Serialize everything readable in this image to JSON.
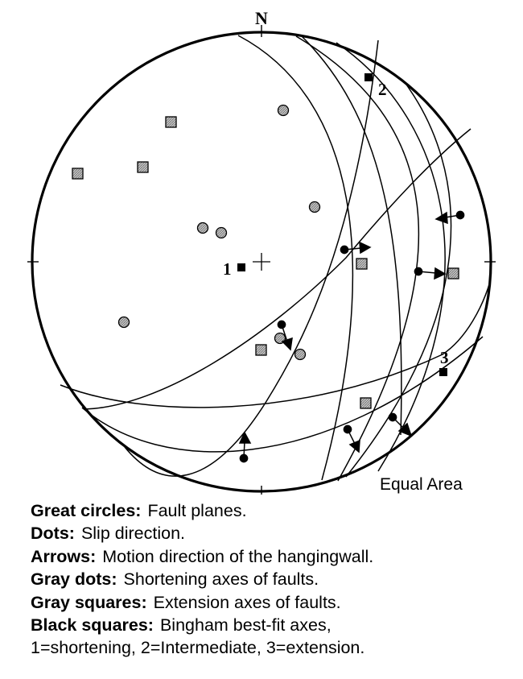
{
  "diagram": {
    "north_label": "N",
    "projection_label": "Equal Area",
    "colors": {
      "stroke": "#000000",
      "gray_fill": "#bdbdbd",
      "black_fill": "#000000"
    },
    "bingham_axes": [
      {
        "label": "1",
        "trend": 260,
        "plunge": 85
      },
      {
        "label": "2",
        "trend": 32,
        "plunge": 10
      },
      {
        "label": "3",
        "trend": 117,
        "plunge": 12
      }
    ]
  },
  "legend": [
    {
      "term": "Great circles:",
      "desc": "Fault planes."
    },
    {
      "term": "Dots:",
      "desc": "Slip direction."
    },
    {
      "term": "Arrows:",
      "desc": "Motion direction of the hangingwall."
    },
    {
      "term": "Gray dots:",
      "desc": "Shortening axes of faults."
    },
    {
      "term": "Gray squares:",
      "desc": "Extension axes of faults."
    },
    {
      "term": "Black squares:",
      "desc": "Bingham best-fit axes,"
    },
    {
      "term": "",
      "desc": "1=shortening, 2=Intermediate, 3=extension."
    }
  ]
}
